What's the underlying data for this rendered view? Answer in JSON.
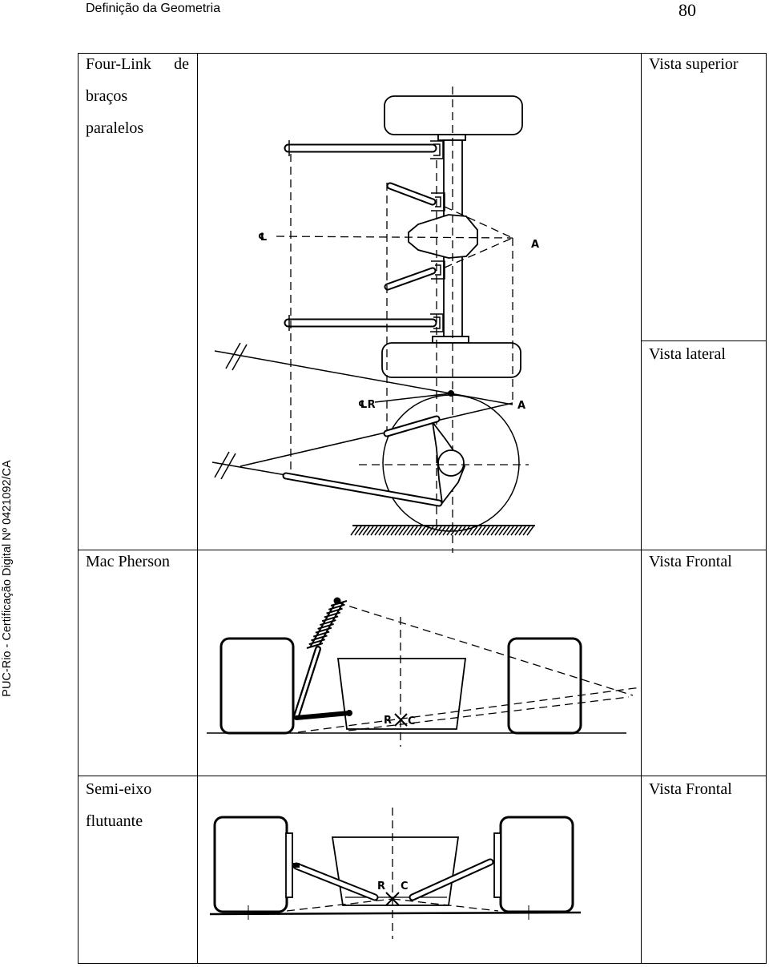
{
  "header": {
    "title": "Definição da Geometria",
    "page_number": "80"
  },
  "watermark": "PUC-Rio - Certificação Digital Nº 0421092/CA",
  "rows": [
    {
      "name_lines": [
        "Four-Link de",
        "braços",
        "paralelos"
      ],
      "views": [
        "Vista superior",
        "Vista lateral"
      ],
      "diagram_labels": {
        "centerline": "℄",
        "top_view_point": "A",
        "side_view_axis": "℄R",
        "side_view_point": "A"
      }
    },
    {
      "name_lines": [
        "Mac Pherson"
      ],
      "views": [
        "Vista Frontal"
      ],
      "diagram_labels": {
        "roll": "R",
        "center": "C"
      }
    },
    {
      "name_lines": [
        "Semi-eixo",
        "flutuante"
      ],
      "views": [
        "Vista Frontal"
      ],
      "diagram_labels": {
        "roll": "R",
        "center": "C"
      }
    }
  ]
}
